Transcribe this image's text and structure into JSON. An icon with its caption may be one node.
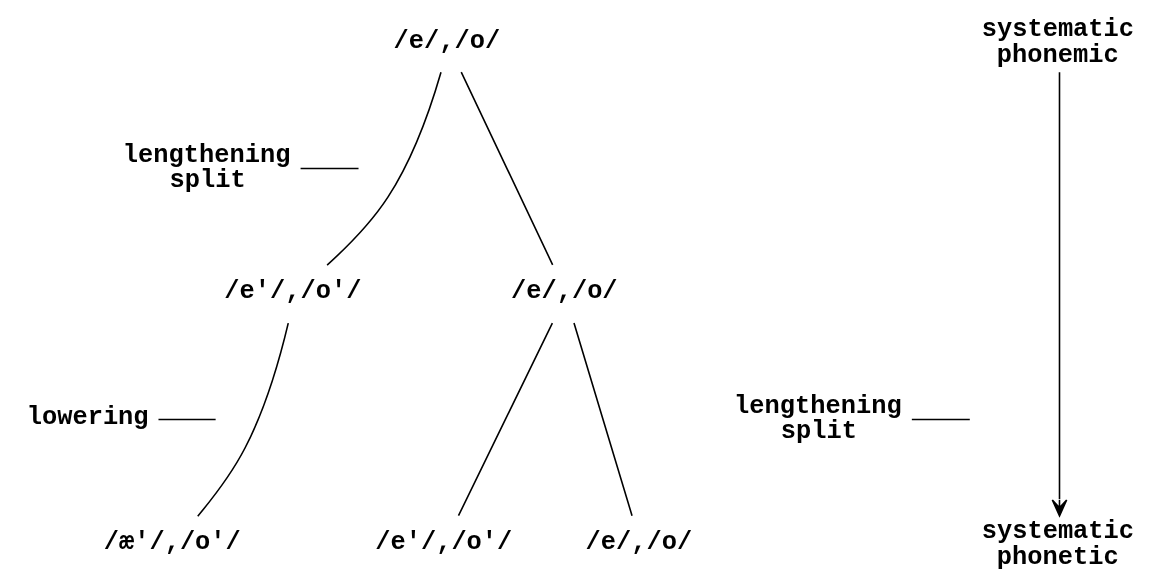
{
  "diagram": {
    "nodes": [
      {
        "text": [
          "/e/,/o/"
        ]
      },
      {
        "text": [
          "lengthening split"
        ]
      },
      {
        "text": [
          "/e'/,/o'/"
        ]
      },
      {
        "text": [
          "/e/,/o/"
        ]
      },
      {
        "text": [
          "lowering"
        ]
      },
      {
        "text": [
          "lengthening split"
        ]
      },
      {
        "text": [
          "/æ'/,/o'/"
        ]
      },
      {
        "text": [
          "/e'/,/o'/"
        ]
      },
      {
        "text": [
          "/e/,/o/"
        ]
      },
      {
        "text": [
          "systematic phonemic"
        ]
      },
      {
        "text": [
          "systematic phonetic"
        ]
      }
    ],
    "edges": [
      {
        "from": 0,
        "to": 2,
        "arrow": "none"
      },
      {
        "from": 0,
        "to": 3,
        "arrow": "none"
      },
      {
        "from": 1,
        "to": null,
        "arrow": "none"
      },
      {
        "from": 2,
        "to": 6,
        "arrow": "none"
      },
      {
        "from": 4,
        "to": null,
        "arrow": "none"
      },
      {
        "from": 3,
        "to": 7,
        "arrow": "none"
      },
      {
        "from": 3,
        "to": 8,
        "arrow": "none"
      },
      {
        "from": 5,
        "to": null,
        "arrow": "none"
      },
      {
        "from": 9,
        "to": 10,
        "arrow": "to"
      }
    ]
  }
}
